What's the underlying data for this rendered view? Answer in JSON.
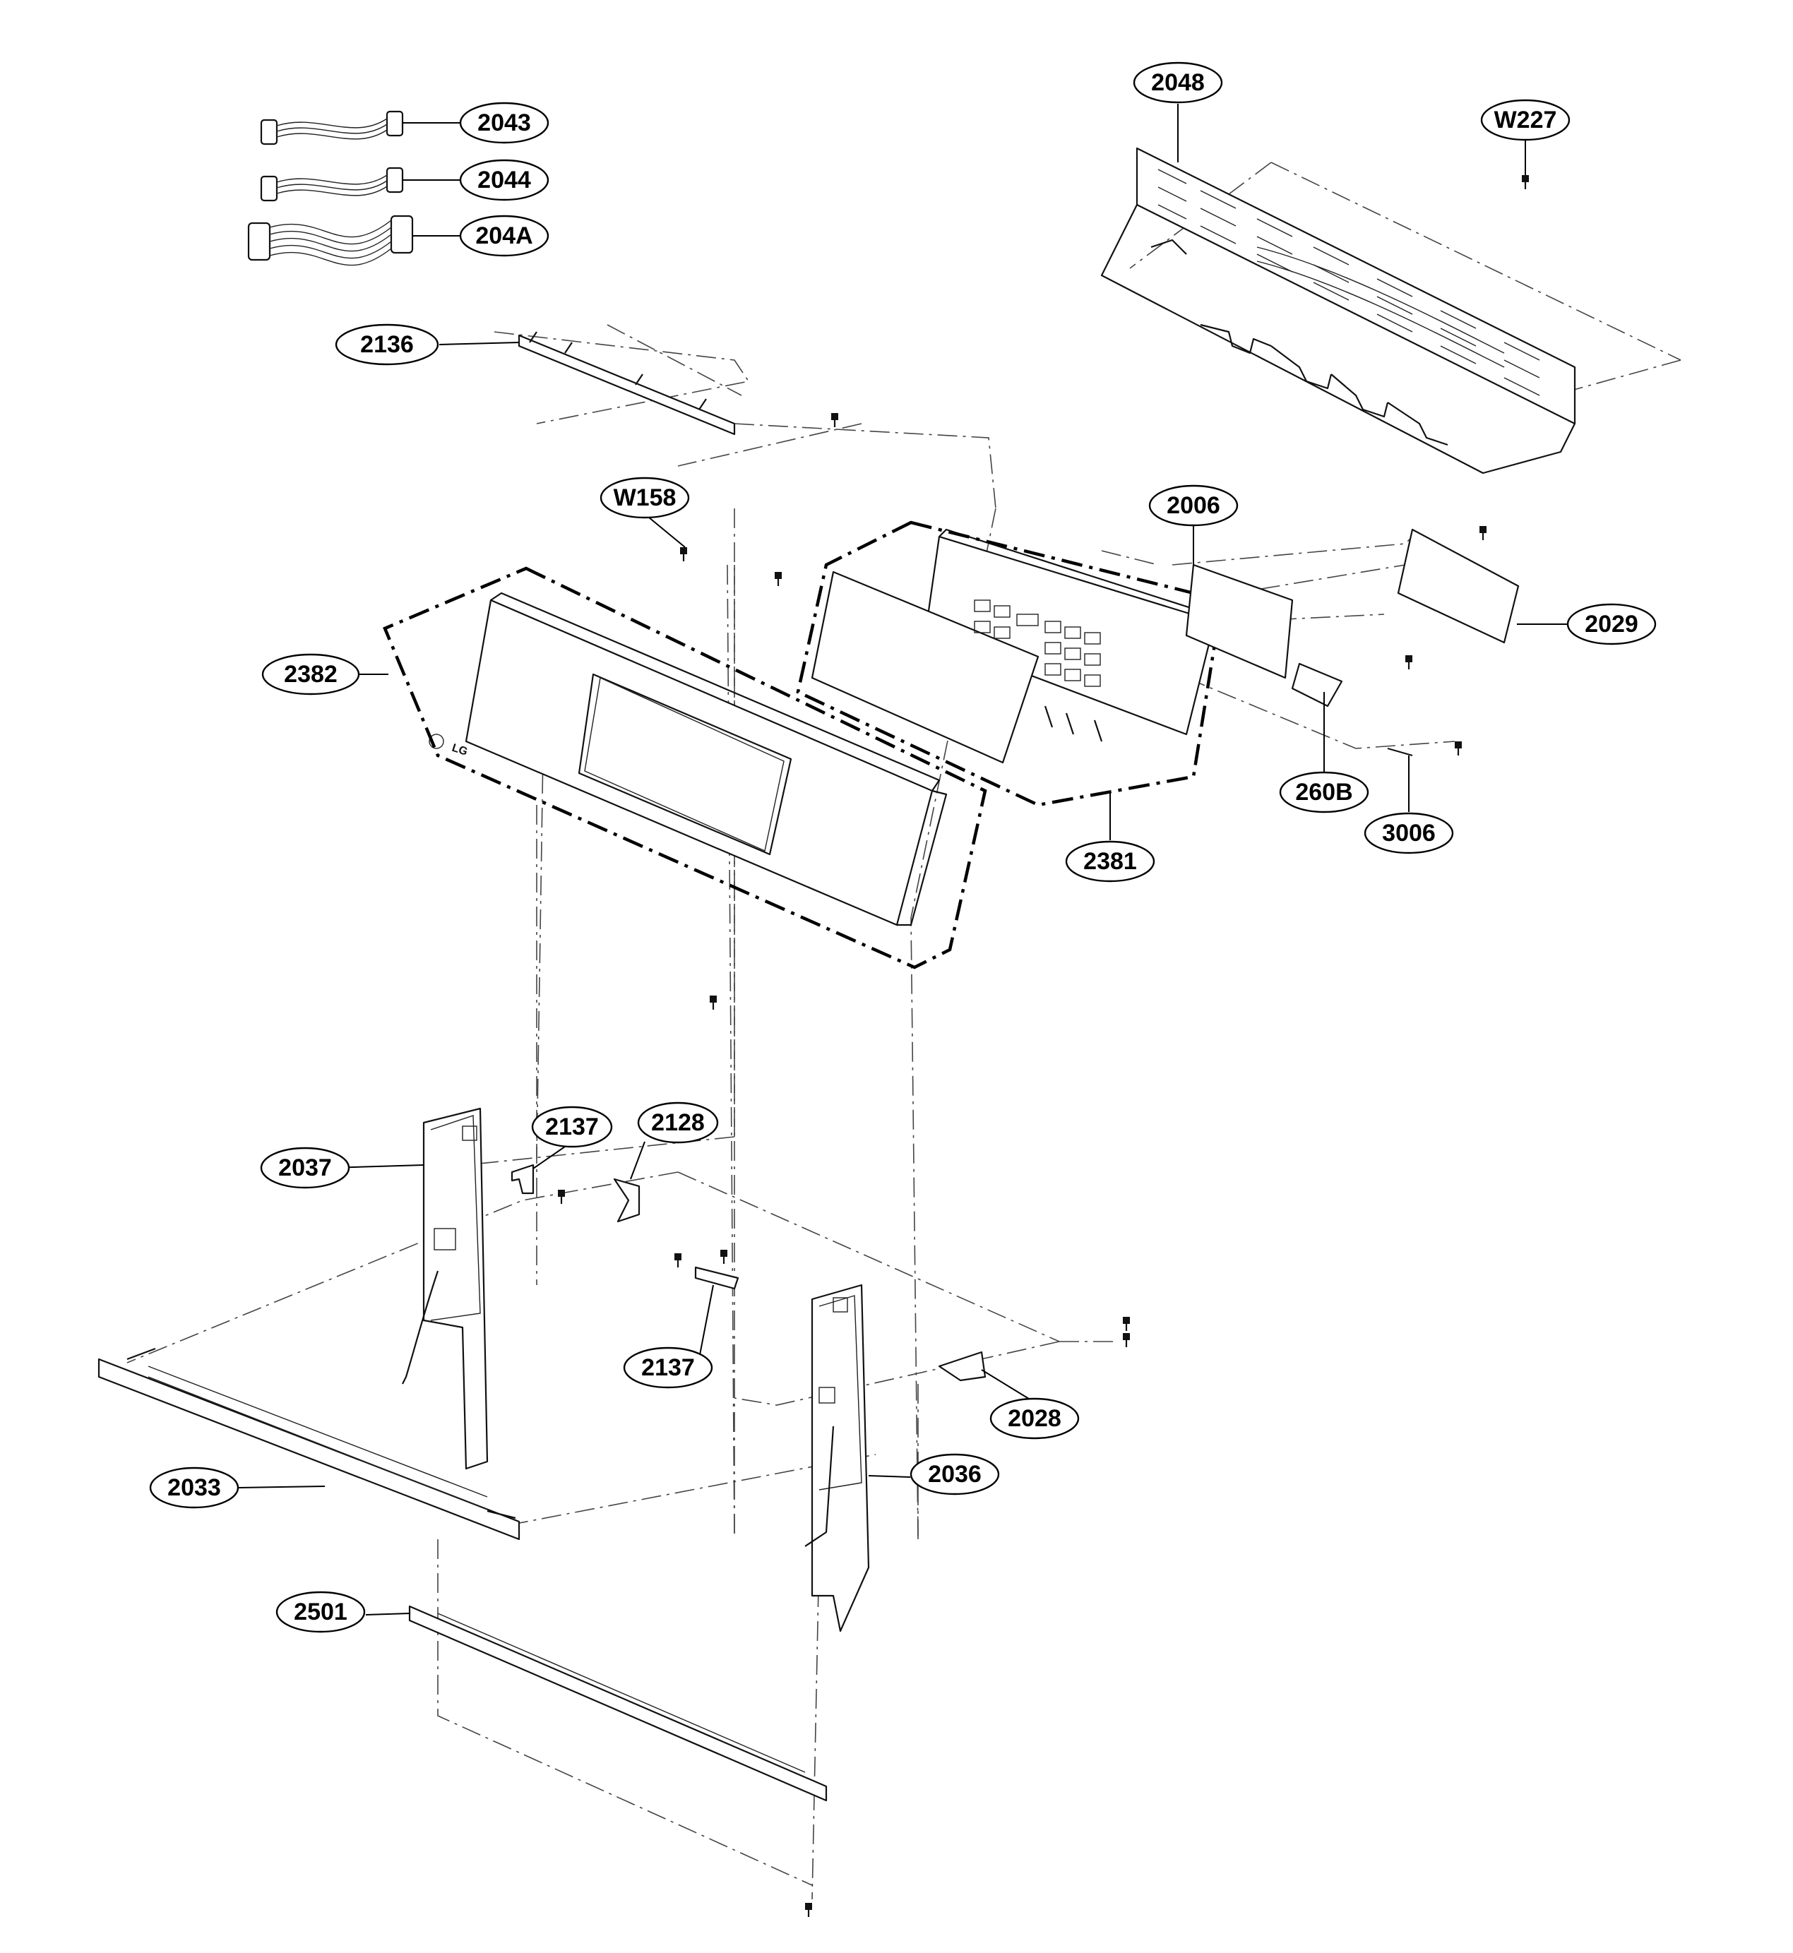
{
  "diagram": {
    "callouts": [
      {
        "id": "c2043",
        "label": "2043"
      },
      {
        "id": "c2044",
        "label": "2044"
      },
      {
        "id": "c204A",
        "label": "204A"
      },
      {
        "id": "c2048",
        "label": "2048"
      },
      {
        "id": "cW227",
        "label": "W227"
      },
      {
        "id": "c2136",
        "label": "2136"
      },
      {
        "id": "cW158",
        "label": "W158"
      },
      {
        "id": "c2006",
        "label": "2006"
      },
      {
        "id": "c2029",
        "label": "2029"
      },
      {
        "id": "c2382",
        "label": "2382"
      },
      {
        "id": "c260B",
        "label": "260B"
      },
      {
        "id": "c3006",
        "label": "3006"
      },
      {
        "id": "c2381",
        "label": "2381"
      },
      {
        "id": "c2137a",
        "label": "2137"
      },
      {
        "id": "c2128",
        "label": "2128"
      },
      {
        "id": "c2037",
        "label": "2037"
      },
      {
        "id": "c2137b",
        "label": "2137"
      },
      {
        "id": "c2028",
        "label": "2028"
      },
      {
        "id": "c2033",
        "label": "2033"
      },
      {
        "id": "c2036",
        "label": "2036"
      },
      {
        "id": "c2501",
        "label": "2501"
      }
    ],
    "logo_text": "LG"
  }
}
